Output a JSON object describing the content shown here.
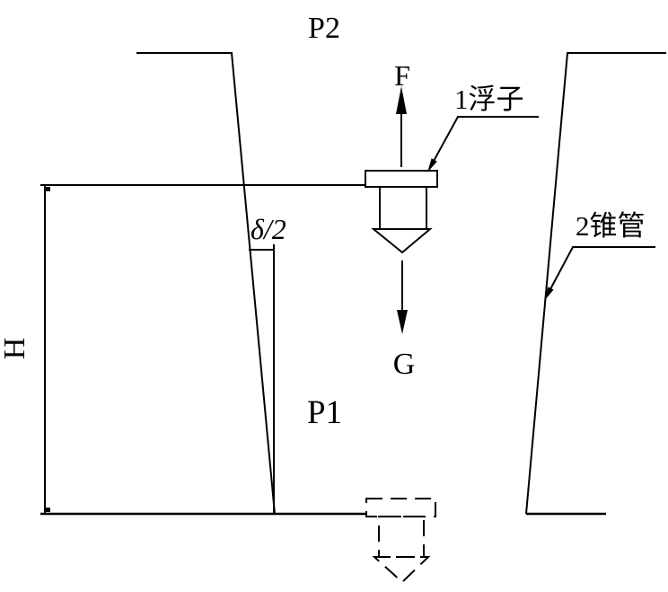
{
  "labels": {
    "p2": "P2",
    "p1": "P1",
    "f": "F",
    "g": "G",
    "height": "H",
    "half_angle": "δ/2",
    "float_callout": "1浮子",
    "tube_callout": "2锥管"
  },
  "colors": {
    "line": "#000000",
    "background": "#ffffff"
  }
}
